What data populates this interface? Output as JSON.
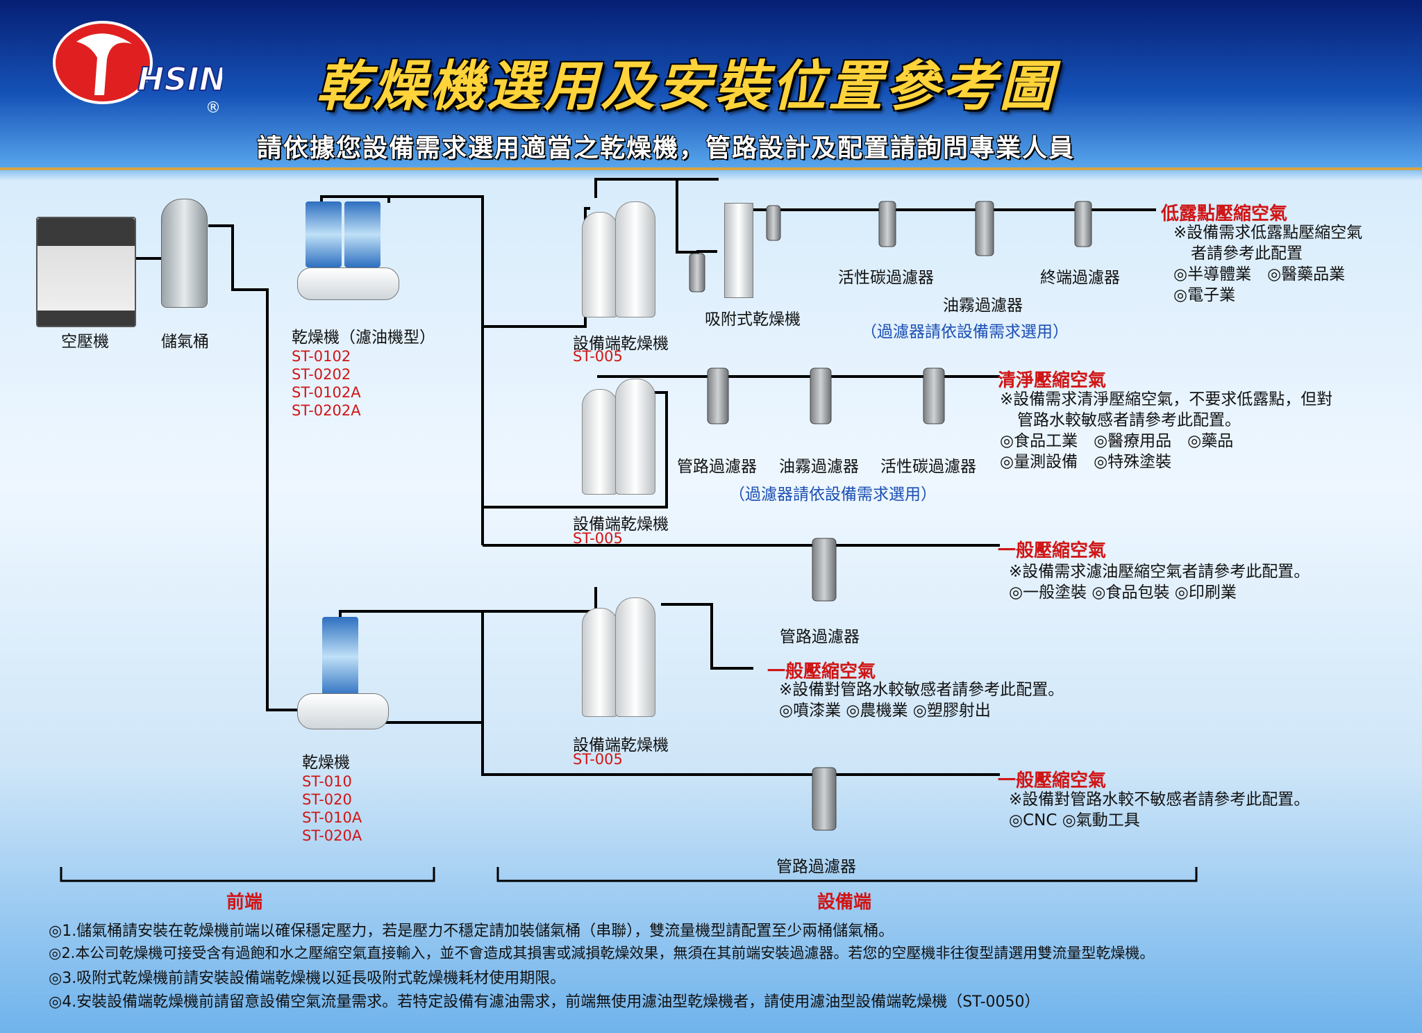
{
  "header": {
    "title": "乾燥機選用及安裝位置參考圖",
    "subtitle": "請依據您設備需求選用適當之乾燥機，管路設計及配置請詢問專業人員",
    "logo_text": "HSIN",
    "registered": "®"
  },
  "colors": {
    "accent_red": "#d01515",
    "title_gold": "#ffd33a",
    "header_blue": "#0b2a86",
    "pipe": "#000000"
  },
  "equipment": {
    "compressor": "空壓機",
    "tank": "儲氣桶",
    "dryer_oil": {
      "label": "乾燥機（濾油機型）",
      "models": [
        "ST-0102",
        "ST-0202",
        "ST-0102A",
        "ST-0202A"
      ]
    },
    "dryer": {
      "label": "乾燥機",
      "models": [
        "ST-010",
        "ST-020",
        "ST-010A",
        "ST-020A"
      ]
    },
    "terminal_dryer_1": {
      "label": "設備端乾燥機",
      "model": "ST-005"
    },
    "terminal_dryer_2": {
      "label": "設備端乾燥機",
      "model": "ST-005"
    },
    "terminal_dryer_3": {
      "label": "設備端乾燥機",
      "model": "ST-005"
    },
    "adsorption_dryer": "吸附式乾燥機"
  },
  "row1": {
    "filters": [
      "活性碳過濾器",
      "油霧過濾器",
      "終端過濾器"
    ],
    "note": "（過濾器請依設備需求選用）",
    "title": "低露點壓縮空氣",
    "desc": [
      "※設備需求低露點壓縮空氣",
      "者請參考此配置",
      "◎半導體業　◎醫藥品業",
      "◎電子業"
    ]
  },
  "row2": {
    "filters": [
      "管路過濾器",
      "油霧過濾器",
      "活性碳過濾器"
    ],
    "note": "（過濾器請依設備需求選用）",
    "title": "清淨壓縮空氣",
    "desc": [
      "※設備需求清淨壓縮空氣，不要求低露點，但對",
      "管路水較敏感者請參考此配置。",
      "◎食品工業　◎醫療用品　◎藥品",
      "◎量測設備　◎特殊塗裝"
    ]
  },
  "row3": {
    "filter": "管路過濾器",
    "title": "一般壓縮空氣",
    "desc": [
      "※設備需求濾油壓縮空氣者請參考此配置。",
      "◎一般塗裝 ◎食品包裝 ◎印刷業"
    ]
  },
  "row4": {
    "title": "一般壓縮空氣",
    "desc": [
      "※設備對管路水較敏感者請參考此配置。",
      "◎噴漆業 ◎農機業 ◎塑膠射出"
    ]
  },
  "row5": {
    "filter": "管路過濾器",
    "title": "一般壓縮空氣",
    "desc": [
      "※設備對管路水較不敏感者請參考此配置。",
      "◎CNC ◎氣動工具"
    ]
  },
  "brackets": {
    "front": "前端",
    "equipment": "設備端"
  },
  "notes": [
    "◎1.儲氣桶請安裝在乾燥機前端以確保穩定壓力，若是壓力不穩定請加裝儲氣桶（串聯），雙流量機型請配置至少兩桶儲氣桶。",
    "◎2.本公司乾燥機可接受含有過飽和水之壓縮空氣直接輸入，並不會造成其損害或減損乾燥效果，無須在其前端安裝過濾器。若您的空壓機非往復型請選用雙流量型乾燥機。",
    "◎3.吸附式乾燥機前請安裝設備端乾燥機以延長吸附式乾燥機耗材使用期限。",
    "◎4.安裝設備端乾燥機前請留意設備空氣流量需求。若特定設備有濾油需求，前端無使用濾油型乾燥機者，請使用濾油型設備端乾燥機（ST-0050）"
  ]
}
